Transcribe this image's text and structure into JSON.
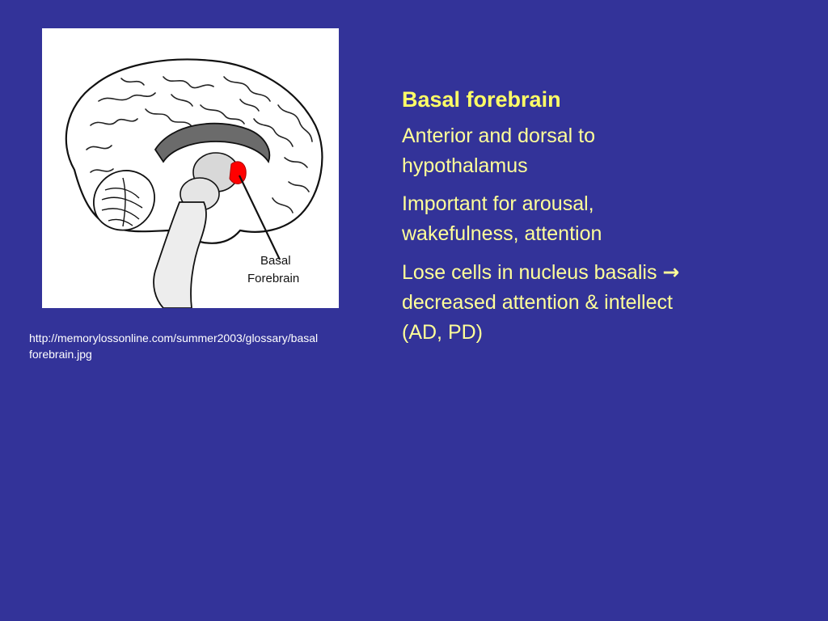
{
  "figure": {
    "label_line1": "Basal",
    "label_line2": "Forebrain",
    "highlight_color": "#ff0000"
  },
  "source_url": "http://memorylossonline.com/summer2003/glossary/basalforebrain.jpg",
  "content": {
    "title": "Basal forebrain",
    "bullets": [
      "Anterior and dorsal to hypothalamus",
      "Important for arousal, wakefulness, attention"
    ],
    "bullet3_before": "Lose cells in nucleus basalis ",
    "bullet3_arrow": "→",
    "bullet3_after": " decreased attention & intellect (AD, PD)"
  },
  "colors": {
    "background": "#333399",
    "title": "#ffff66",
    "body_text": "#ffff99",
    "url_text": "#ffffff"
  }
}
